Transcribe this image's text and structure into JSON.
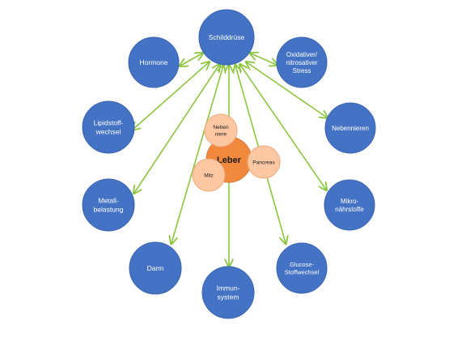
{
  "diagram": {
    "center": {
      "label": "Leber",
      "satellites": [
        {
          "id": "nebenniere",
          "lines": [
            "Neben",
            "niere"
          ]
        },
        {
          "id": "pancreas",
          "lines": [
            "Pancreas"
          ]
        },
        {
          "id": "milz",
          "lines": [
            "Milz"
          ]
        }
      ]
    },
    "nodes": [
      {
        "id": "schilddruese",
        "lines": [
          "Schilddrüse"
        ]
      },
      {
        "id": "hormone",
        "lines": [
          "Hormone"
        ]
      },
      {
        "id": "stress",
        "lines": [
          "Oxidativer/",
          "nitrosativer",
          "Stress"
        ]
      },
      {
        "id": "lipidstoffwechsel",
        "lines": [
          "Lipidstoff-",
          "wechsel"
        ]
      },
      {
        "id": "nebennieren",
        "lines": [
          "Nebennieren"
        ]
      },
      {
        "id": "metallbelastung",
        "lines": [
          "Metall-",
          "belastung"
        ]
      },
      {
        "id": "mikronaehrstoffe",
        "lines": [
          "Mikro-",
          "nährstoffe"
        ]
      },
      {
        "id": "darm",
        "lines": [
          "Darm"
        ]
      },
      {
        "id": "glucosestoffwechsel",
        "lines": [
          "Glucose-",
          "Stoffwechsel"
        ]
      },
      {
        "id": "immunsystem",
        "lines": [
          "Immun-",
          "system"
        ]
      }
    ]
  },
  "colors": {
    "node_fill": "#4472c4",
    "node_stroke": "#3a64ad",
    "center_fill": "#f0883e",
    "center_stroke": "#d9742b",
    "satellite_fill": "#fbc8a3",
    "satellite_stroke": "#f0a878",
    "arrow": "#8cc63f"
  }
}
